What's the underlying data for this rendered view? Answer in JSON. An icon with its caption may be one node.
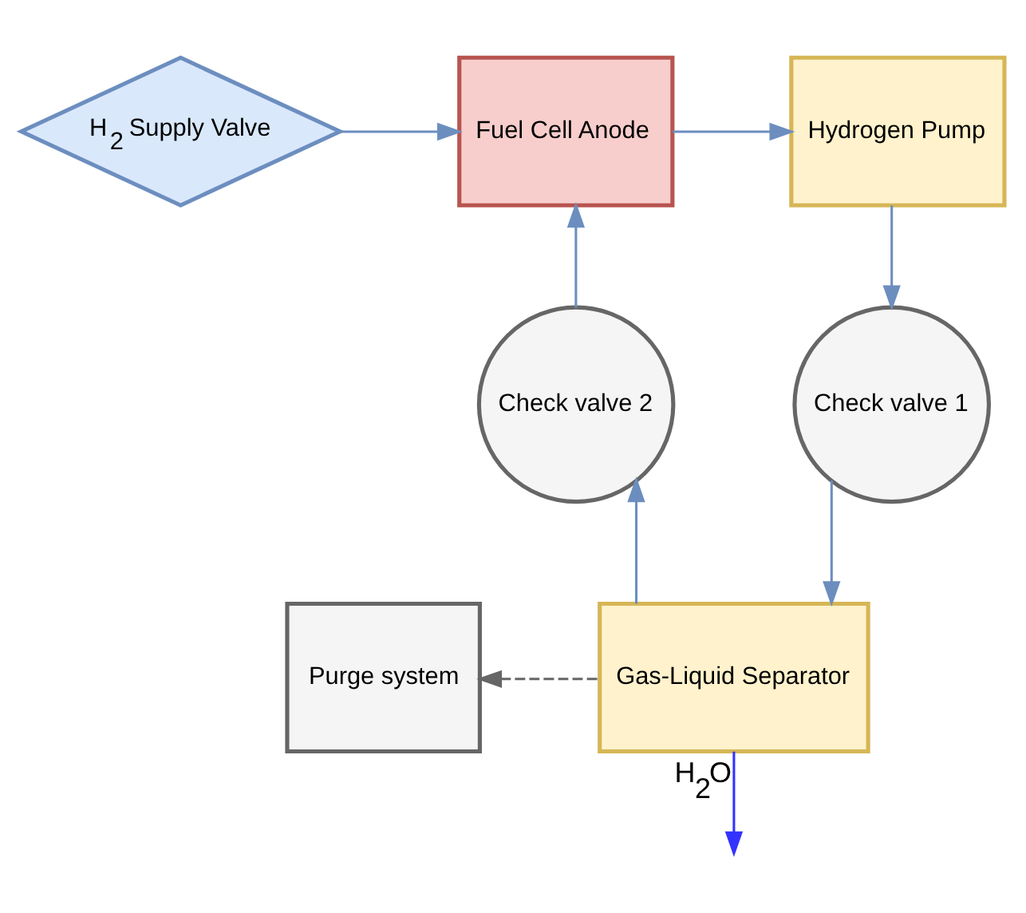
{
  "diagram": {
    "nodes": [
      {
        "text": [
          "H$_{2}$ Supply Valve"
        ]
      },
      {
        "text": [
          "Fuel Cell Anode"
        ]
      },
      {
        "text": [
          "Hydrogen Pump"
        ]
      },
      {
        "text": [
          "Check valve 2"
        ]
      },
      {
        "text": [
          "Check valve 1"
        ]
      },
      {
        "text": [
          "Purge system"
        ]
      },
      {
        "text": [
          "Gas-Liquid Separator"
        ]
      }
    ],
    "edges": [
      {
        "from": 0,
        "to": 1,
        "arrow": "to"
      },
      {
        "from": 1,
        "to": 2,
        "arrow": "to"
      },
      {
        "from": 2,
        "to": 4,
        "arrow": "to"
      },
      {
        "from": 4,
        "to": 6,
        "arrow": "to"
      },
      {
        "from": 6,
        "to": 3,
        "arrow": "to"
      },
      {
        "from": 3,
        "to": 1,
        "arrow": "to"
      },
      {
        "from": 6,
        "to": 5,
        "arrow": "to",
        "style": "dashed",
        "color": "#666666"
      },
      {
        "from": 6,
        "to": null,
        "arrow": "to",
        "label": "H$_{2}$O",
        "color": "#3333ff"
      }
    ]
  }
}
